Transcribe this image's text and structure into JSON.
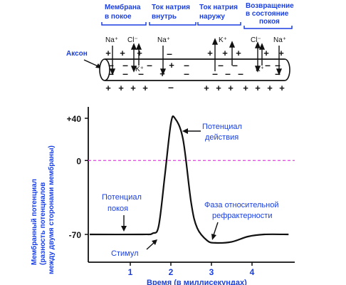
{
  "phases": [
    {
      "id": "rest",
      "lines": [
        "Мембрана",
        "в покое"
      ]
    },
    {
      "id": "na_in",
      "lines": [
        "Ток натрия",
        "внутрь"
      ]
    },
    {
      "id": "na_out",
      "lines": [
        "Ток натрия",
        "наружу"
      ]
    },
    {
      "id": "return",
      "lines": [
        "Возвращение",
        "в состояние",
        "покоя"
      ]
    }
  ],
  "axon_label": "Аксон",
  "ions": {
    "na": "Na⁺",
    "cl": "Cl⁻",
    "k": "K⁺"
  },
  "charges": {
    "plus": "+",
    "minus": "–"
  },
  "chart_data": {
    "type": "line",
    "ylabel_lines": [
      "Мембранный потенциал",
      "(разность потенциалов",
      "между двумя сторонами мембраны)"
    ],
    "xlabel": "Время (в миллисекундах)",
    "yticks": [
      "+40",
      "0",
      "-70"
    ],
    "xticks": [
      "1",
      "2",
      "3",
      "4"
    ],
    "ylim": [
      -100,
      50
    ],
    "xlim": [
      0,
      5
    ],
    "threshold_line_y": 0,
    "series": [
      {
        "x": [
          0,
          1.3,
          1.55,
          1.7,
          1.85,
          2.0,
          2.1,
          2.3,
          2.5,
          2.65,
          2.9,
          3.1,
          3.5,
          3.9,
          4.3,
          4.9
        ],
        "y": [
          -70,
          -70,
          -69,
          -62,
          -15,
          35,
          40,
          20,
          -40,
          -64,
          -76,
          -78,
          -77,
          -72,
          -70,
          -70
        ]
      }
    ],
    "annotations": [
      {
        "id": "action",
        "lines": [
          "Потенциал",
          "действия"
        ]
      },
      {
        "id": "resting",
        "lines": [
          "Потенциал",
          "покоя"
        ]
      },
      {
        "id": "refractory",
        "lines": [
          "Фаза относительной",
          "рефрактерности"
        ]
      },
      {
        "id": "stimulus",
        "lines": [
          "Стимул"
        ]
      }
    ]
  }
}
